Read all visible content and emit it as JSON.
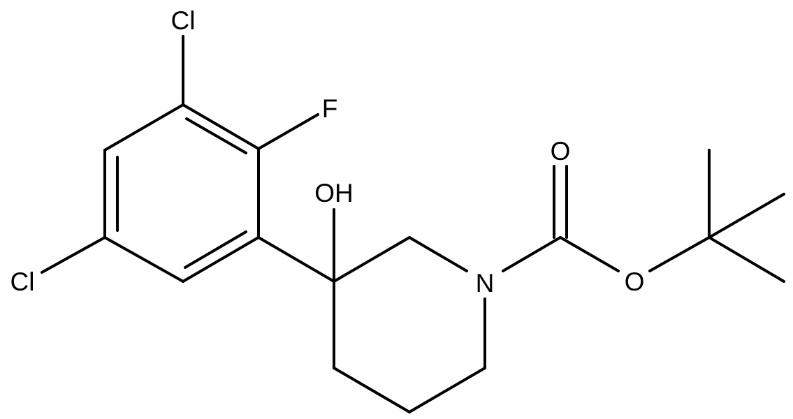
{
  "molecule": {
    "atom_labels": {
      "cl_top": "Cl",
      "fluorine": "F",
      "cl_left": "Cl",
      "hydroxyl": "OH",
      "nitrogen": "N",
      "carbonyl_oxygen": "O",
      "ester_oxygen": "O"
    },
    "colors": {
      "bond": "#000000",
      "text": "#000000",
      "background": "#ffffff"
    }
  }
}
